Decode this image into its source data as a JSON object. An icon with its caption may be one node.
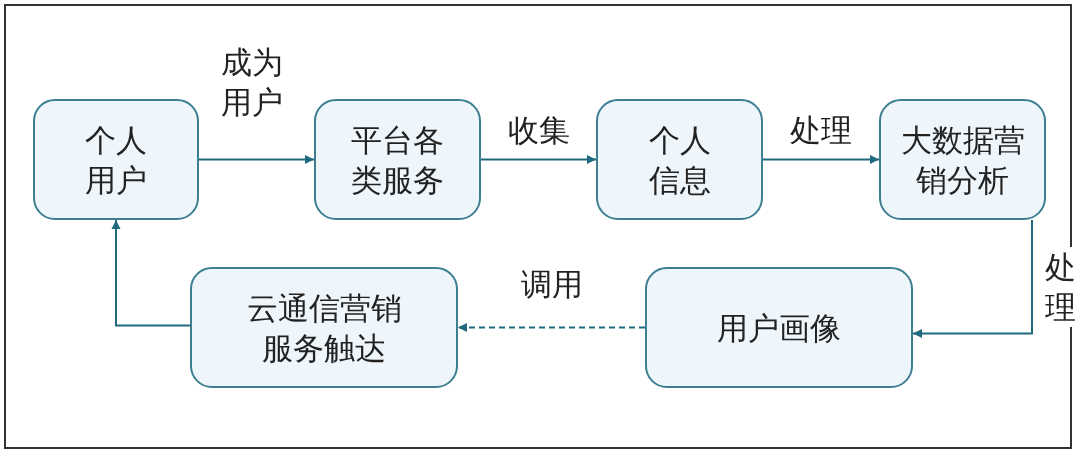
{
  "diagram": {
    "nodes": [
      {
        "text": [
          "个人用户"
        ]
      },
      {
        "text": [
          "平台各类服务"
        ]
      },
      {
        "text": [
          "个人信息"
        ]
      },
      {
        "text": [
          "大数据营销分析"
        ]
      },
      {
        "text": [
          "用户画像"
        ]
      },
      {
        "text": [
          "云通信营销服务触达"
        ]
      }
    ],
    "edges": [
      {
        "from": 0,
        "to": 1,
        "arrow": "to",
        "label": "成为用户"
      },
      {
        "from": 1,
        "to": 2,
        "arrow": "to",
        "label": "收集"
      },
      {
        "from": 2,
        "to": 3,
        "arrow": "to",
        "label": "处理"
      },
      {
        "from": 3,
        "to": 4,
        "arrow": "to",
        "label": "处理"
      },
      {
        "from": 4,
        "to": 5,
        "arrow": "to",
        "label": "调用",
        "style": "dashed"
      },
      {
        "from": 5,
        "to": 0,
        "arrow": "to"
      }
    ]
  }
}
